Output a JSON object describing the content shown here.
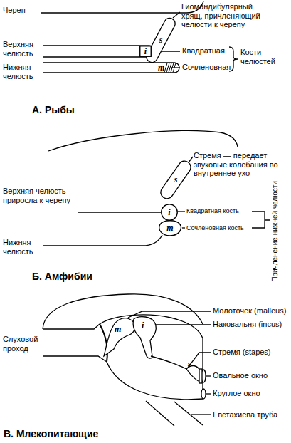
{
  "diagram": {
    "nodes": [
      {
        "text": [
          "s"
        ]
      },
      {
        "text": [
          "i"
        ]
      },
      {
        "text": [
          "m"
        ]
      },
      {
        "text": [
          "s"
        ]
      },
      {
        "text": [
          "i"
        ]
      },
      {
        "text": [
          "m"
        ]
      }
    ],
    "labels": [
      "Череп",
      "Гиомандибулярный хрящ, причленяющий челюсти к черепу",
      "Верхняя челюсть",
      "Квадратная",
      "Кости челюстей",
      "Сочленовная",
      "Нижняя челюсть",
      "А. Рыбы",
      "Стремя — передает звуковые колебания во внутреннее ухо",
      "Верхняя челюсть приросла к черепу",
      "Квадратная кость",
      "Причленение нижней челюсти",
      "Сочленовная кость",
      "Нижняя челюсть",
      "Б. Амфибии",
      "Молоточек (malleus)",
      "Наковальня (incus)",
      "Слуховой проход",
      "m",
      "i",
      "Стремя (stapes)",
      "s",
      "Овальное окно",
      "Круглое окно",
      "Евстахиева труба",
      "В. Млекопитающие"
    ]
  }
}
